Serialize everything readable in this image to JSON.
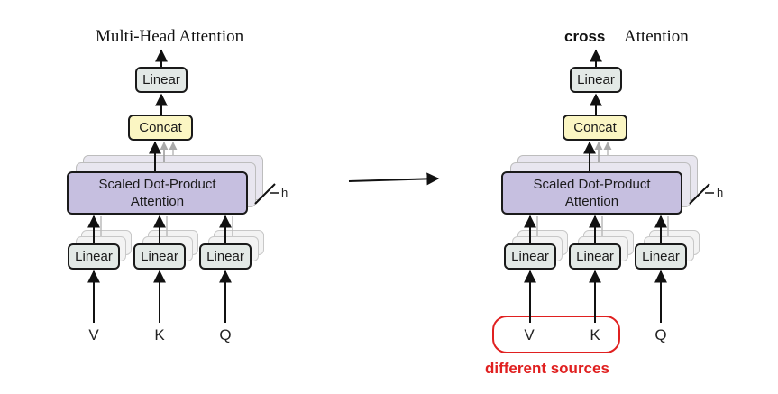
{
  "left_diagram": {
    "title": "Multi-Head Attention",
    "linear_top_label": "Linear",
    "concat_label": "Concat",
    "attention_label_line1": "Scaled Dot-Product",
    "attention_label_line2": "Attention",
    "h_label": "h",
    "input_linear_labels": [
      "Linear",
      "Linear",
      "Linear"
    ],
    "inputs": [
      "V",
      "K",
      "Q"
    ]
  },
  "right_diagram": {
    "title_bold": "cross",
    "title_rest": "Attention",
    "linear_top_label": "Linear",
    "concat_label": "Concat",
    "attention_label_line1": "Scaled Dot-Product",
    "attention_label_line2": "Attention",
    "h_label": "h",
    "input_linear_labels": [
      "Linear",
      "Linear",
      "Linear"
    ],
    "inputs": [
      "V",
      "K",
      "Q"
    ],
    "annotation": "different sources"
  },
  "colors": {
    "linear_fill": "#e3e9e6",
    "concat_fill": "#fbf6c3",
    "attention_fill": "#c6bfe0",
    "annotation": "#e02020"
  }
}
